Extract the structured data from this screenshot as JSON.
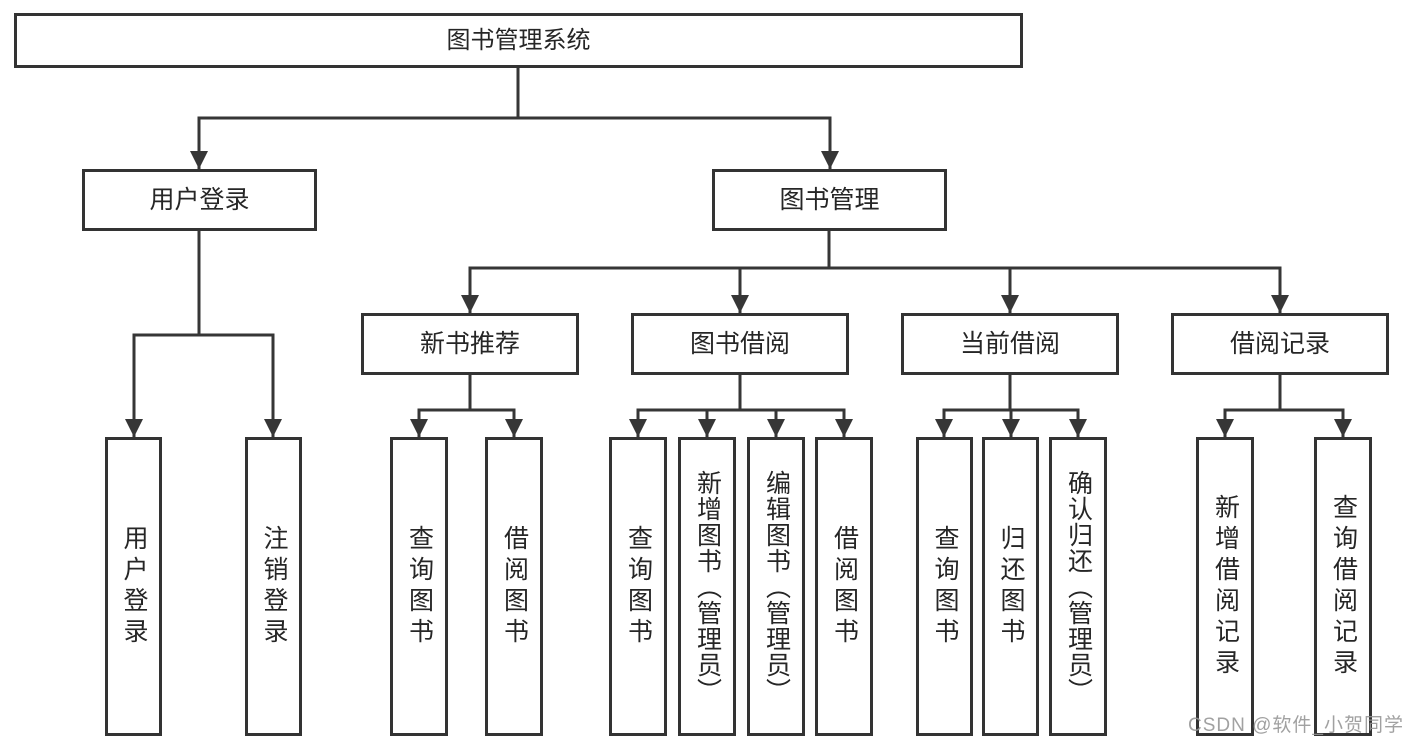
{
  "diagram": {
    "root": "图书管理系统",
    "level2": {
      "user_login": "用户登录",
      "book_management": "图书管理"
    },
    "user_login_children": {
      "user_login": "用户登录",
      "logout": "注销登录"
    },
    "book_management_children": {
      "new_book_recommend": "新书推荐",
      "book_borrow": "图书借阅",
      "current_borrow": "当前借阅",
      "borrow_record": "借阅记录"
    },
    "new_book_recommend_children": {
      "query_books": "查询图书",
      "borrow_books": "借阅图书"
    },
    "book_borrow_children": {
      "query_books": "查询图书",
      "add_books_admin": "新增图书（管理员）",
      "edit_books_admin": "编辑图书（管理员）",
      "borrow_books": "借阅图书"
    },
    "current_borrow_children": {
      "query_books": "查询图书",
      "return_books": "归还图书",
      "confirm_return_admin": "确认归还（管理员）"
    },
    "borrow_record_children": {
      "add_borrow_record": "新增借阅记录",
      "query_borrow_record": "查询借阅记录"
    }
  },
  "watermark": "CSDN @软件_小贺同学",
  "colors": {
    "background": "#ffffff",
    "box_border": "#333333",
    "connector_line": "#363636",
    "text": "#262626",
    "watermark_text": "#949494"
  }
}
